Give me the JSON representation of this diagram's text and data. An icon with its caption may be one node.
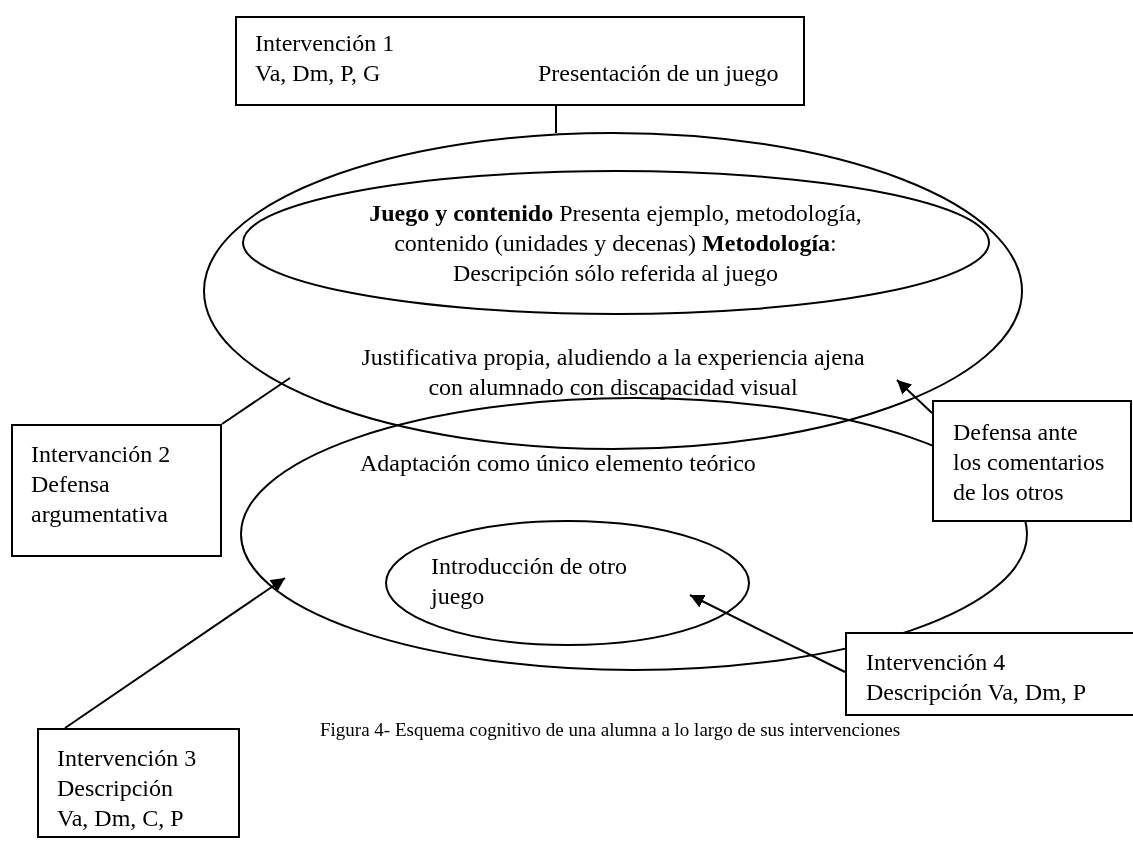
{
  "diagram": {
    "caption": "Figura 4- Esquema cognitivo de una alumna a lo largo de sus intervenciones",
    "nodes": [
      {
        "text": [
          "Intervención 1 Va, Dm, P, G",
          "Presentación de un juego"
        ]
      },
      {
        "text": [
          "Justificativa propia, aludiendo a la experiencia ajena con alumnado con discapacidad visual"
        ]
      },
      {
        "text": [
          "**Juego y contenido** Presenta ejemplo, metodología, contenido (unidades y decenas) **Metodología**: Descripción sólo referida al juego"
        ],
        "in": 1
      },
      {
        "text": [
          "Adaptación como único elemento teórico"
        ]
      },
      {
        "text": [
          "Introducción de otro juego"
        ],
        "in": 3
      },
      {
        "text": [
          "Intervanción 2 Defensa argumentativa"
        ]
      },
      {
        "text": [
          "Defensa ante los comentarios de los otros"
        ]
      },
      {
        "text": [
          "Intervención 4 Descripción Va, Dm, P"
        ]
      },
      {
        "text": [
          "Intervención 3 Descripción Va, Dm, C, P"
        ]
      }
    ],
    "edges": [
      {
        "from": 0,
        "to": 1,
        "arrow": "none"
      },
      {
        "from": 5,
        "to": 1,
        "arrow": "none"
      },
      {
        "from": 6,
        "to": 1,
        "arrow": "to"
      },
      {
        "from": 8,
        "to": 3,
        "arrow": "to"
      },
      {
        "from": 7,
        "to": 4,
        "arrow": "to"
      }
    ]
  }
}
